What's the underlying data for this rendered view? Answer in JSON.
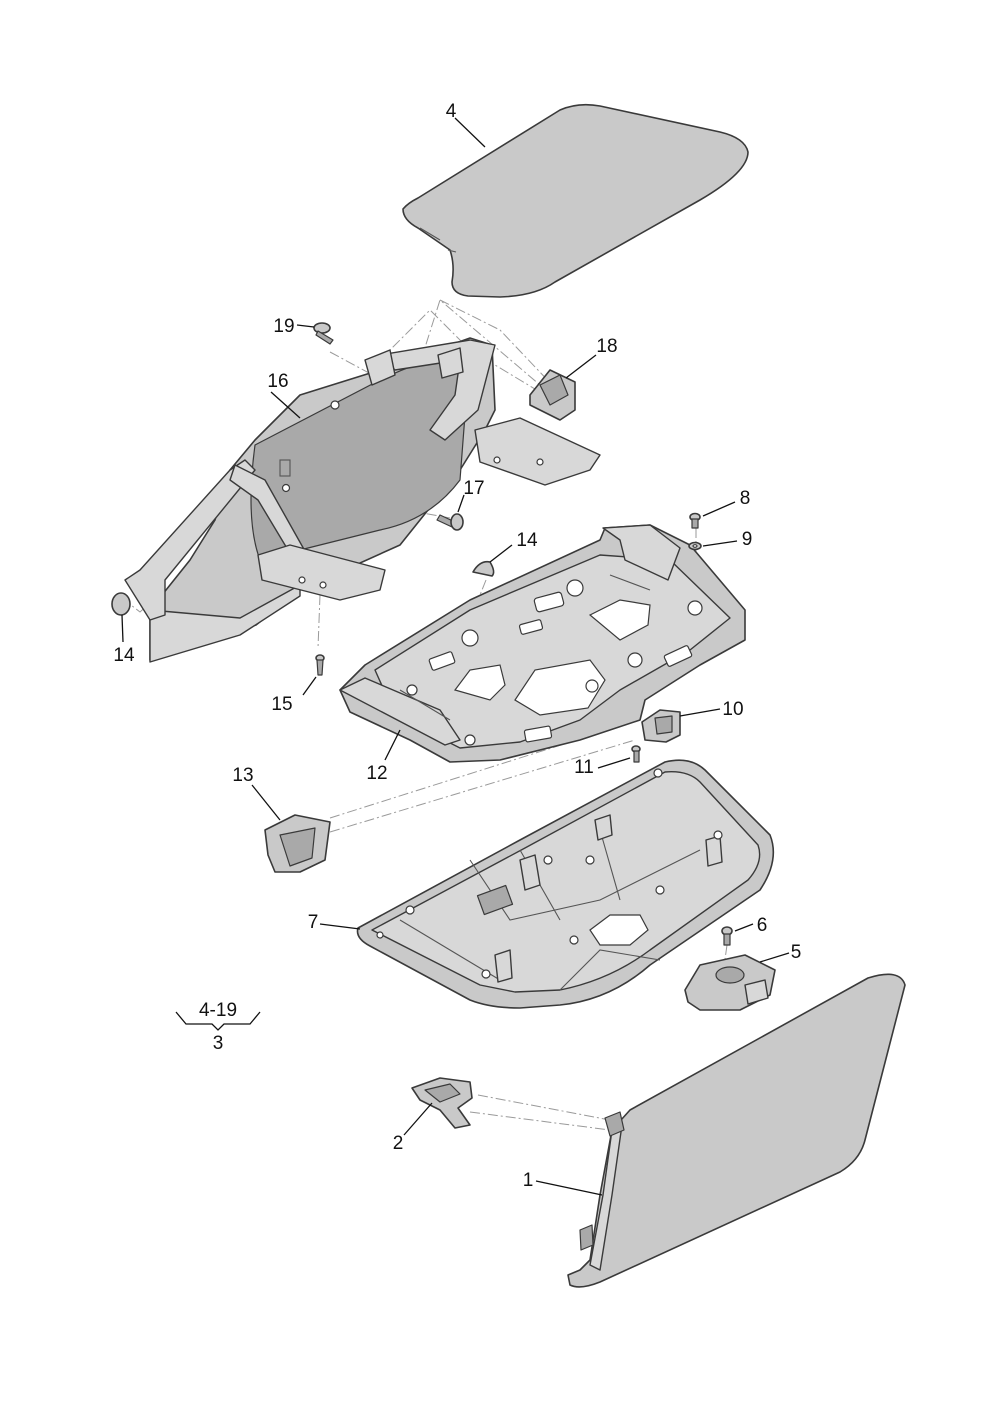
{
  "callouts": {
    "p1": "1",
    "p2": "2",
    "p4": "4",
    "p5": "5",
    "p6": "6",
    "p7": "7",
    "p8": "8",
    "p9": "9",
    "p10": "10",
    "p11": "11",
    "p12": "12",
    "p13": "13",
    "p14a": "14",
    "p14b": "14",
    "p15": "15",
    "p16": "16",
    "p17": "17",
    "p18": "18",
    "p19": "19"
  },
  "assembly_note": {
    "range": "4-19",
    "parent": "3"
  }
}
